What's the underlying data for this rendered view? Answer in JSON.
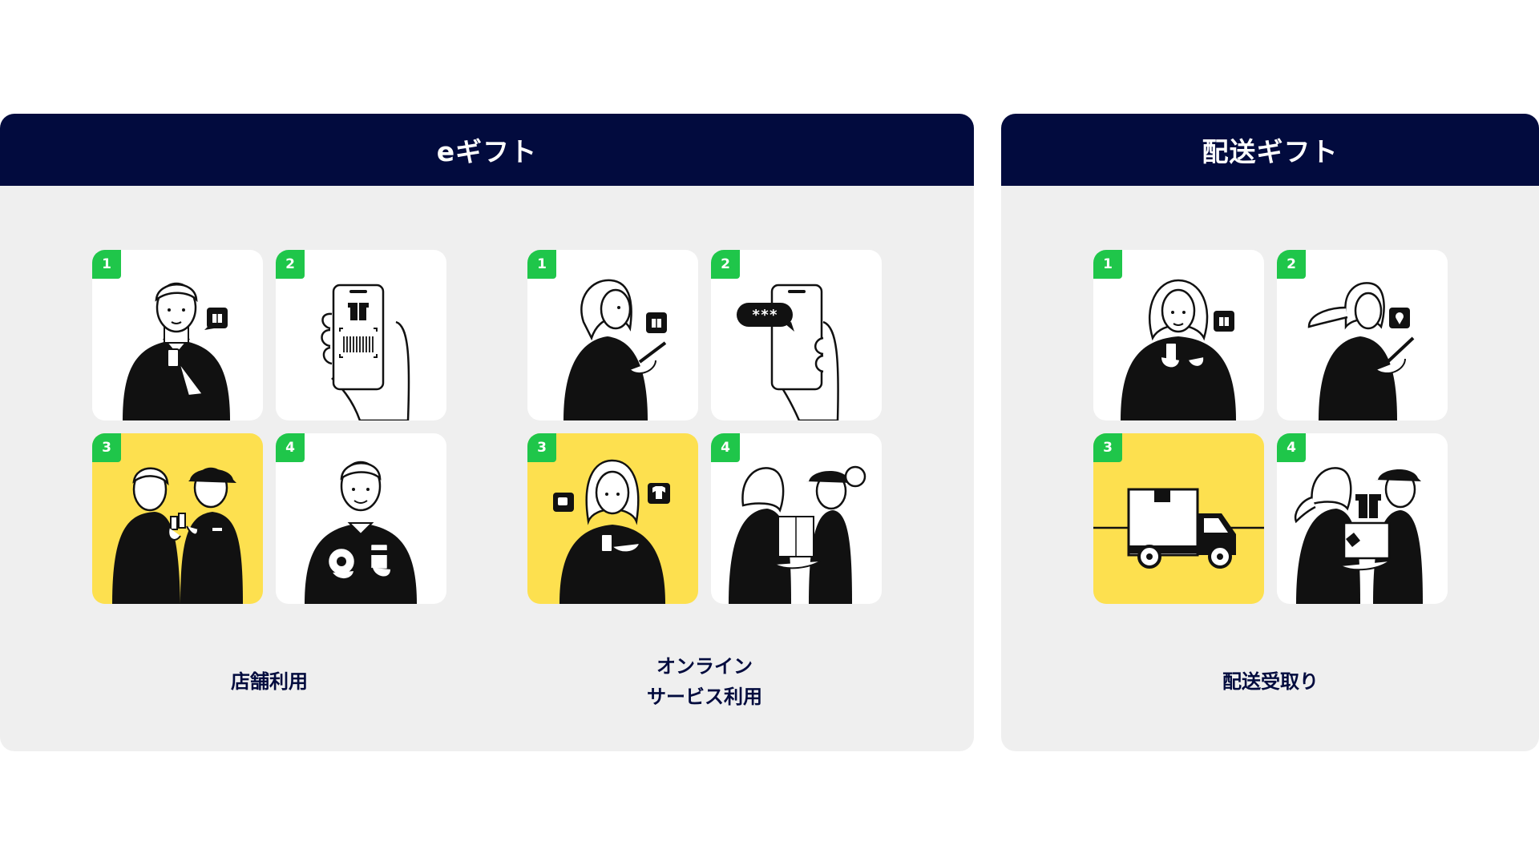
{
  "egift": {
    "title": "eギフト",
    "groups": [
      {
        "caption_lines": [
          "店舗利用"
        ],
        "steps": [
          "1",
          "2",
          "3",
          "4"
        ]
      },
      {
        "caption_lines": [
          "オンライン",
          "サービス利用"
        ],
        "steps": [
          "1",
          "2",
          "3",
          "4"
        ]
      }
    ]
  },
  "delivery": {
    "title": "配送ギフト",
    "groups": [
      {
        "caption_lines": [
          "配送受取り"
        ],
        "steps": [
          "1",
          "2",
          "3",
          "4"
        ]
      }
    ]
  },
  "sms_code_text": "***",
  "colors": {
    "header_bg": "#020b3e",
    "panel_bg": "#efefef",
    "badge": "#1fc64a",
    "highlight": "#fde04f",
    "caption": "#020b3e"
  }
}
